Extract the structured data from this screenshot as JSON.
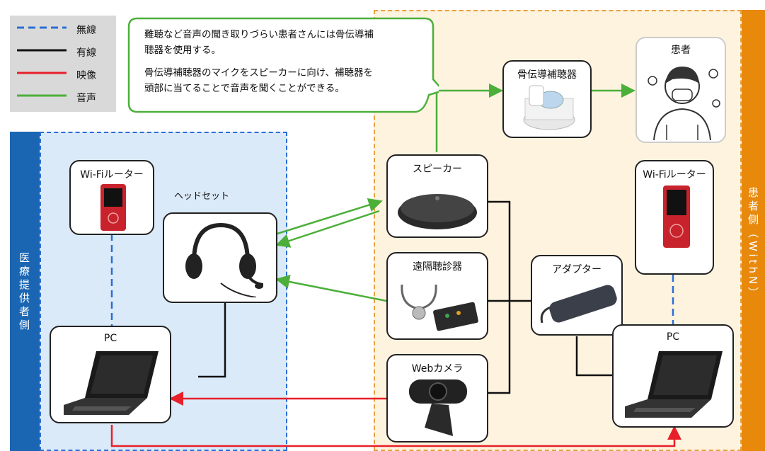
{
  "legend": {
    "items": [
      {
        "label": "無線",
        "color": "#2b6ed6",
        "style": "dashed"
      },
      {
        "label": "有線",
        "color": "#111111",
        "style": "solid"
      },
      {
        "label": "映像",
        "color": "#e8202a",
        "style": "solid"
      },
      {
        "label": "音声",
        "color": "#4caf3a",
        "style": "solid"
      }
    ]
  },
  "regions": {
    "provider_label": "医療提供者側",
    "patient_label": "患者側（WithN）",
    "provider_color": "#1b66b3",
    "patient_color": "#e8890c"
  },
  "note": {
    "line1": "難聴など音声の聞き取りづらい患者さんには骨伝導補",
    "line2": "聴器を使用する。",
    "line3": "骨伝導補聴器のマイクをスピーカーに向け、補聴器を",
    "line4": "頭部に当てることで音声を聞くことができる。"
  },
  "devices": {
    "bone_hearing_aid": "骨伝導補聴器",
    "patient": "患者",
    "wifi_left": "Wi-Fiルーター",
    "headset": "ヘッドセット",
    "speaker": "スピーカー",
    "wifi_right": "Wi-Fiルーター",
    "stethoscope": "遠隔聴診器",
    "adapter": "アダプター",
    "pc_left": "PC",
    "webcam": "Webカメラ",
    "pc_right": "PC"
  }
}
